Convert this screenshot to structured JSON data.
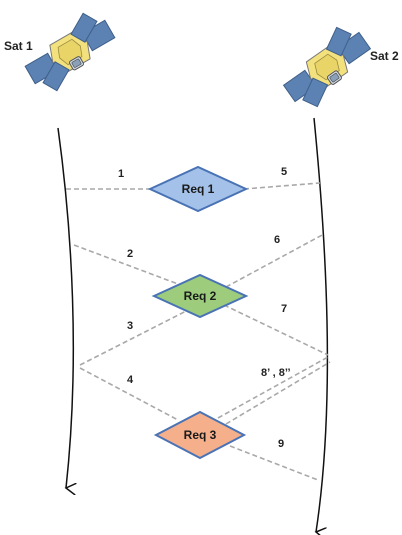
{
  "satellites": [
    {
      "label": "Sat 1"
    },
    {
      "label": "Sat 2"
    }
  ],
  "requests": [
    {
      "label": "Req 1",
      "color": "#a4c2e9",
      "stroke": "#4a73b5"
    },
    {
      "label": "Req 2",
      "color": "#9ccc7c",
      "stroke": "#4a73b5"
    },
    {
      "label": "Req 3",
      "color": "#f5b08b",
      "stroke": "#4a73b5"
    }
  ],
  "link_labels": [
    "1",
    "2",
    "3",
    "4",
    "5",
    "6",
    "7",
    "8’ , 8’’",
    "9"
  ],
  "colors": {
    "panel": "#5b82b3",
    "body": "#f2e17d",
    "track": "#111111",
    "link": "#a9a9a9"
  }
}
